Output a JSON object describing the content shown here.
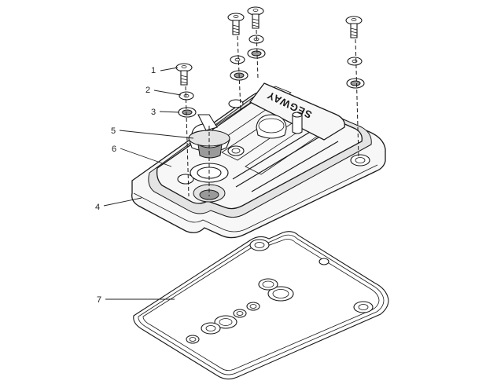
{
  "diagram": {
    "brand_marking": "SEGWAY",
    "callouts": [
      {
        "id": "c1",
        "label": "1"
      },
      {
        "id": "c2",
        "label": "2"
      },
      {
        "id": "c3",
        "label": "3"
      },
      {
        "id": "c4",
        "label": "4"
      },
      {
        "id": "c5",
        "label": "5"
      },
      {
        "id": "c6",
        "label": "6"
      },
      {
        "id": "c7",
        "label": "7"
      }
    ]
  }
}
